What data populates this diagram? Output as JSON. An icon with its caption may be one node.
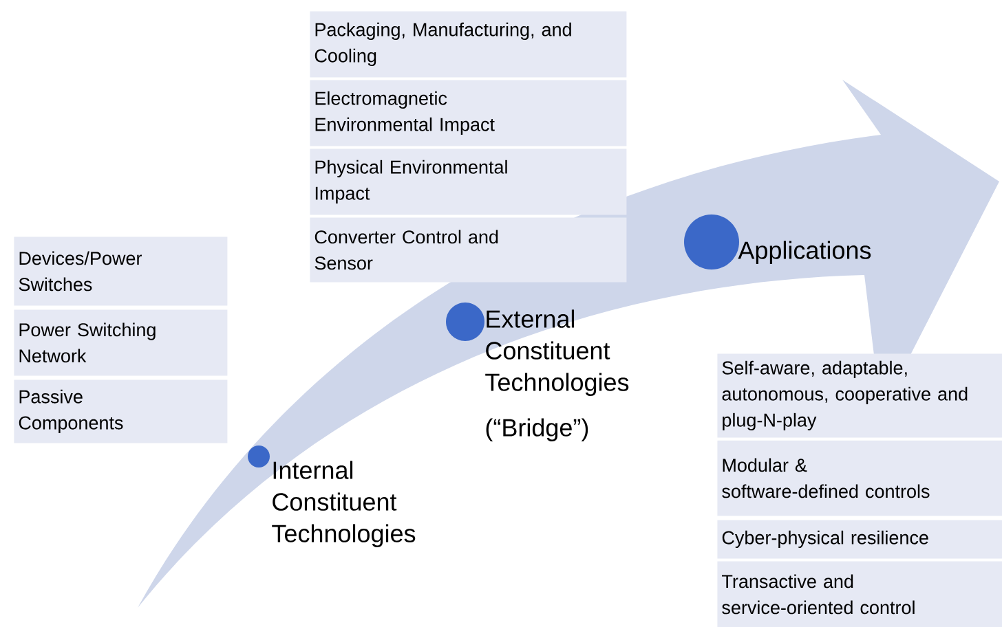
{
  "diagram": {
    "nodes": [
      {
        "text": [
          "Devices/Power Switches"
        ]
      },
      {
        "text": [
          "Power Switching Network"
        ]
      },
      {
        "text": [
          "Passive Components"
        ]
      },
      {
        "text": [
          "Internal Constituent Technologies"
        ]
      },
      {
        "text": [
          "Packaging, Manufacturing, and Cooling"
        ]
      },
      {
        "text": [
          "Electromagnetic Environmental Impact"
        ]
      },
      {
        "text": [
          "Physical Environmental Impact"
        ]
      },
      {
        "text": [
          "Converter Control and Sensor"
        ]
      },
      {
        "text": [
          "External Constituent Technologies",
          "(“Bridge”)"
        ]
      },
      {
        "text": [
          "Applications"
        ]
      },
      {
        "text": [
          "Self-aware, adaptable, autonomous, cooperative and plug-N-play"
        ]
      },
      {
        "text": [
          "Modular & software-defined controls"
        ]
      },
      {
        "text": [
          "Cyber-physical resilience"
        ]
      },
      {
        "text": [
          "Transactive and service-oriented control"
        ]
      }
    ]
  }
}
